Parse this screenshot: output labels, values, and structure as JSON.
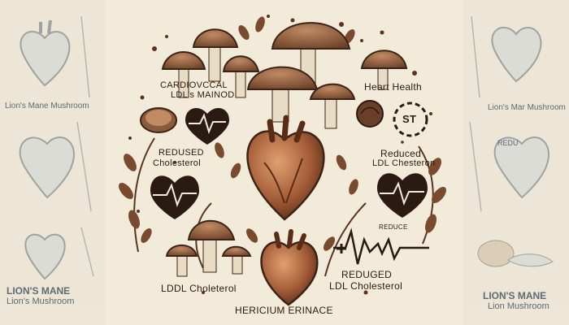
{
  "labels": {
    "left_top_caption": "Lion's Mane Mushroom",
    "left_bottom_line1": "LION'S MANE",
    "left_bottom_line2": "Lion's Mushroom",
    "right_top_caption": "Lion's Mar Mushroom",
    "right_bottom_line1": "LION'S MANE",
    "right_bottom_line2": "Lion Mushroom",
    "right_mid_fragment": "REDU",
    "center_top_left_1": "CARDIOVCCAL",
    "center_top_left_2": "LDL's MAINOD",
    "heart_health": "Heart Health",
    "st_badge": "ST",
    "reduced_cholesterol_1": "REDUSED",
    "reduced_cholesterol_2": "Cholesterol",
    "reduced_ldl_right_1": "Reduced",
    "reduced_ldl_right_2": "LDL Chesteron",
    "reduce_small": "REDUCE",
    "ldl_cholesterol_left": "LDDL Choleterol",
    "reduced_bottom_1": "REDUGED",
    "reduced_bottom_2": "LDL Cholesterol",
    "bottom_title": "HERICIUM ERINACE"
  },
  "colors": {
    "background": "#f3ebd9",
    "ink": "#2b1a12",
    "mushroom_cap": "#8a5a3b",
    "mushroom_stem": "#e9dcc4",
    "heart": "#a45d38",
    "side_panel": "#7f8c96"
  }
}
